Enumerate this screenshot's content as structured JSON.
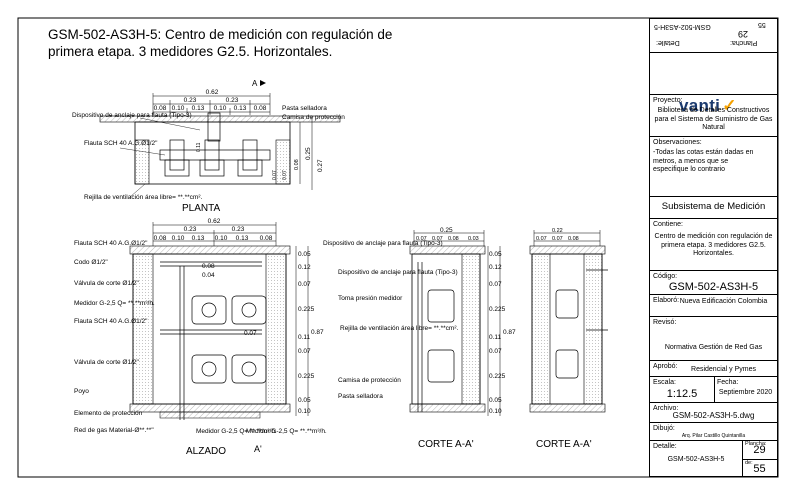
{
  "title_line1": "GSM-502-AS3H-5: Centro de medición con regulación de",
  "title_line2": "primera etapa.  3 medidores G2.5. Horizontales.",
  "views": {
    "planta": "PLANTA",
    "alzado": "ALZADO",
    "corte1": "CORTE A-A'",
    "corte2": "CORTE A-A'",
    "section_a": "A",
    "section_a_prime": "A'"
  },
  "planta": {
    "total": "0.62",
    "dims_top": [
      "0.23",
      "0.23"
    ],
    "dims_sub": [
      "0.08",
      "0.10",
      "0.13",
      "0.10",
      "0.13",
      "0.08"
    ],
    "vert_dims": [
      "0.11",
      "0.07",
      "0.07",
      "0.08",
      "0.25",
      "0.27"
    ],
    "notes": {
      "anclaje": "Dispositivo de anclaje para flauta (Tipo-3)",
      "sellador": "Pasta selladora",
      "camisa": "Camisa de protección",
      "flauta": "Flauta SCH 40 A.G.Ø1/2\"",
      "rejilla": "Rejilla de ventilación área libre=  **.**cm²."
    }
  },
  "alzado": {
    "total": "0.62",
    "dims_top": [
      "0.23",
      "0.23"
    ],
    "dims_sub": [
      "0.08",
      "0.10",
      "0.13",
      "0.10",
      "0.13",
      "0.08"
    ],
    "codo_dims": [
      "0.08",
      "0.04"
    ],
    "mid_dim": "0.07",
    "right_dims": [
      "0.05",
      "0.12",
      "0.07",
      "0.225",
      "0.11",
      "0.07",
      "0.225",
      "0.05",
      "0.10"
    ],
    "total_h": "0.87",
    "notes_left": {
      "flauta_top": "Flauta SCH 40 A.G.Ø1/2\"",
      "codo": "Codo Ø1/2\"",
      "valvula1": "Válvula de corte Ø1/2\"",
      "medidor1": "Medidor G-2,5 Q=  **.**m³/h.",
      "flauta_mid": "Flauta SCH 40 A.G.Ø1/2\"",
      "valvula2": "Válvula de corte Ø1/2\"",
      "poyo": "Poyo",
      "elemento": "Elemento de protección",
      "red": "Red de gas Material-Ø**.**\""
    },
    "notes_bottom": [
      "Medidor G-2,5 Q=  **.**m³/h.",
      "Medidor G-2,5 Q=  **.**m³/h."
    ]
  },
  "corte1": {
    "total": "0.25",
    "dims_sub": [
      "0.07",
      "0.07",
      "0.08",
      "0.03"
    ],
    "right_dims": [
      "0.05",
      "0.12",
      "0.07",
      "0.225",
      "0.11",
      "0.07",
      "0.225",
      "0.05",
      "0.10"
    ],
    "total_h": "0.87",
    "notes": {
      "anclaje": "Dispositivo de anclaje para flauta (Tipo-3)",
      "anclaje2": "Dispositivo de anclaje para flauta (Tipo-3)",
      "toma": "Toma presión medidor",
      "rejilla": "Rejilla de ventilación área libre=  **.**cm².",
      "camisa": "Camisa de protección",
      "sellador": "Pasta selladora"
    }
  },
  "corte2": {
    "total": "0.22",
    "dims_sub": [
      "0.07",
      "0.07",
      "0.08"
    ]
  },
  "title_block": {
    "top_rot_code": "GSM-502-AS3H-5",
    "top_rot_detalle": "Detalle:",
    "top_rot_plancha": "Plancha:",
    "top_rot_29": "29",
    "top_rot_55": "55",
    "logo": "vanti",
    "proyecto_label": "Proyecto:",
    "proyecto": "Biblioteca de Detalles Constructivos para el Sistema de Suministro de Gas Natural",
    "obs_label": "Observaciones:",
    "obs": "-Todas las cotas están dadas en metros, a menos que se especifique lo contrario",
    "subsistema": "Subsistema de Medición",
    "contiene_label": "Contiene:",
    "contiene": "Centro de medición con regulación de primera etapa. 3 medidores G2.5. Horizontales.",
    "codigo_label": "Código:",
    "codigo": "GSM-502-AS3H-5",
    "elaboro_label": "Elaboró:",
    "elaboro": "Nueva Edificación Colombia",
    "reviso_label": "Revisó:",
    "reviso": "Normativa Gestión de Red Gas",
    "aprobo_label": "Aprobó:",
    "aprobo": "Residencial y Pymes",
    "escala_label": "Escala:",
    "escala": "1:12.5",
    "fecha_label": "Fecha:",
    "fecha": "Septiembre 2020",
    "archivo_label": "Archivo:",
    "archivo": "GSM-502-AS3H-5.dwg",
    "dibujo_label": "Dibujó:",
    "dibujo": "Arq. Pilar Castillo Quintanilla",
    "detalle_label": "Detalle:",
    "detalle": "GSM-502-AS3H-5",
    "plancha_label": "Plancha:",
    "plancha": "29",
    "de_label": "de:",
    "total": "55"
  }
}
